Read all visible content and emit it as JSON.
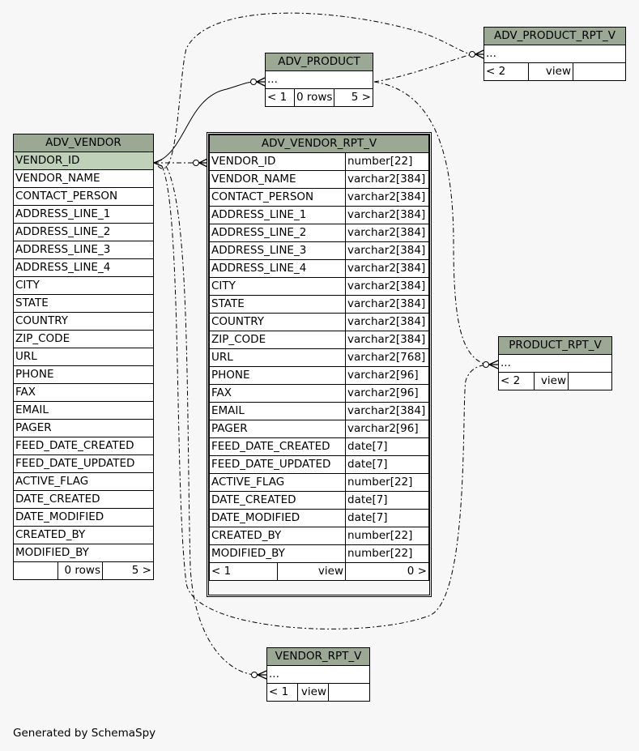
{
  "tables": {
    "adv_vendor": {
      "name": "ADV_VENDOR",
      "columns": [
        "VENDOR_ID",
        "VENDOR_NAME",
        "CONTACT_PERSON",
        "ADDRESS_LINE_1",
        "ADDRESS_LINE_2",
        "ADDRESS_LINE_3",
        "ADDRESS_LINE_4",
        "CITY",
        "STATE",
        "COUNTRY",
        "ZIP_CODE",
        "URL",
        "PHONE",
        "FAX",
        "EMAIL",
        "PAGER",
        "FEED_DATE_CREATED",
        "FEED_DATE_UPDATED",
        "ACTIVE_FLAG",
        "DATE_CREATED",
        "DATE_MODIFIED",
        "CREATED_BY",
        "MODIFIED_BY"
      ],
      "footer": {
        "left": "",
        "middle": "0 rows",
        "right": "5 >"
      }
    },
    "adv_vendor_rpt_v": {
      "name": "ADV_VENDOR_RPT_V",
      "columns": [
        {
          "name": "VENDOR_ID",
          "type": "number[22]"
        },
        {
          "name": "VENDOR_NAME",
          "type": "varchar2[384]"
        },
        {
          "name": "CONTACT_PERSON",
          "type": "varchar2[384]"
        },
        {
          "name": "ADDRESS_LINE_1",
          "type": "varchar2[384]"
        },
        {
          "name": "ADDRESS_LINE_2",
          "type": "varchar2[384]"
        },
        {
          "name": "ADDRESS_LINE_3",
          "type": "varchar2[384]"
        },
        {
          "name": "ADDRESS_LINE_4",
          "type": "varchar2[384]"
        },
        {
          "name": "CITY",
          "type": "varchar2[384]"
        },
        {
          "name": "STATE",
          "type": "varchar2[384]"
        },
        {
          "name": "COUNTRY",
          "type": "varchar2[384]"
        },
        {
          "name": "ZIP_CODE",
          "type": "varchar2[384]"
        },
        {
          "name": "URL",
          "type": "varchar2[768]"
        },
        {
          "name": "PHONE",
          "type": "varchar2[96]"
        },
        {
          "name": "FAX",
          "type": "varchar2[96]"
        },
        {
          "name": "EMAIL",
          "type": "varchar2[384]"
        },
        {
          "name": "PAGER",
          "type": "varchar2[96]"
        },
        {
          "name": "FEED_DATE_CREATED",
          "type": "date[7]"
        },
        {
          "name": "FEED_DATE_UPDATED",
          "type": "date[7]"
        },
        {
          "name": "ACTIVE_FLAG",
          "type": "number[22]"
        },
        {
          "name": "DATE_CREATED",
          "type": "date[7]"
        },
        {
          "name": "DATE_MODIFIED",
          "type": "date[7]"
        },
        {
          "name": "CREATED_BY",
          "type": "number[22]"
        },
        {
          "name": "MODIFIED_BY",
          "type": "number[22]"
        }
      ],
      "footer": {
        "left": "< 1",
        "middle": "view",
        "right": "0 >"
      }
    },
    "adv_product": {
      "name": "ADV_PRODUCT",
      "placeholder": "...",
      "footer": {
        "left": "< 1",
        "middle": "0 rows",
        "right": "5 >"
      }
    },
    "adv_product_rpt_v": {
      "name": "ADV_PRODUCT_RPT_V",
      "placeholder": "...",
      "footer": {
        "left": "< 2",
        "middle": "view",
        "right": ""
      }
    },
    "product_rpt_v": {
      "name": "PRODUCT_RPT_V",
      "placeholder": "...",
      "footer": {
        "left": "< 2",
        "middle": "view",
        "right": ""
      }
    },
    "vendor_rpt_v": {
      "name": "VENDOR_RPT_V",
      "placeholder": "...",
      "footer": {
        "left": "< 1",
        "middle": "view",
        "right": ""
      }
    }
  },
  "colors": {
    "header": "#9aa894",
    "primary_key": "#bfd1b8",
    "background": "#f7f7f7"
  },
  "footer_text": "Generated by SchemaSpy"
}
